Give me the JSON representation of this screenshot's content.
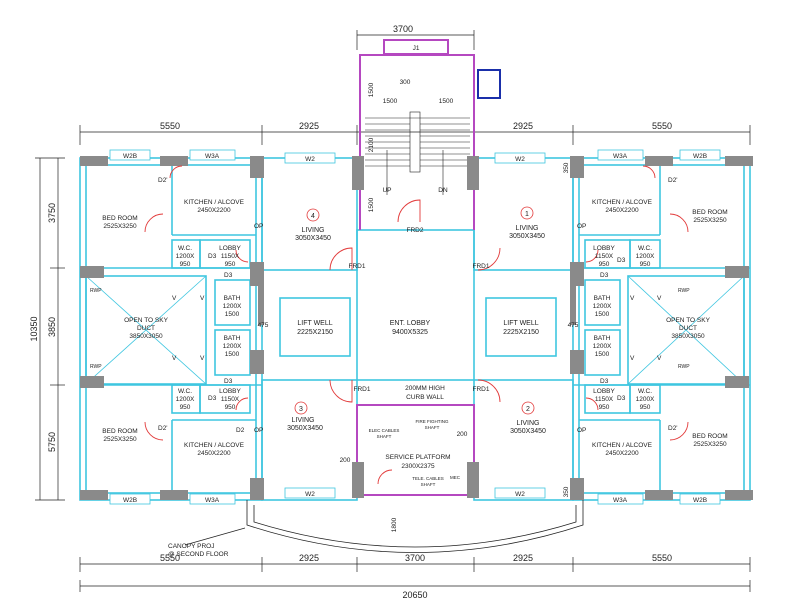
{
  "colors": {
    "wall": "#3fc6e0",
    "door": "#e23a3a",
    "column": "#8a8a8a",
    "stair": "#b548c0",
    "dim": "#222222",
    "accent": "#1a2faa"
  },
  "dimensions": {
    "top_core": "3700",
    "top_left": "5550",
    "top_left_mid": "2925",
    "top_right_mid": "2925",
    "top_right": "5550",
    "bottom_left": "5550",
    "bottom_left_mid": "2925",
    "bottom_core": "3700",
    "bottom_right_mid": "2925",
    "bottom_right": "5550",
    "overall": "20650",
    "left_total": "10350",
    "left_upper": "3750",
    "left_mid": "3850",
    "left_lower": "5750",
    "stair_half_left": "1500",
    "stair_half_right": "1500",
    "stair_mid": "300",
    "stair_v1": "1500",
    "stair_v2": "2100",
    "stair_v3": "1500",
    "gap_left": "475",
    "gap_right": "475",
    "canopy_depth": "1800",
    "sp_left": "200",
    "sp_right": "200",
    "top_right_small": "350",
    "bottom_right_small": "350"
  },
  "core": {
    "j1": "J1",
    "up": "UP",
    "dn": "DN",
    "frd2": "FRD2",
    "frd1_a": "FRD1",
    "frd1_b": "FRD1",
    "frd1_c": "FRD1",
    "frd1_d": "FRD1",
    "lobby_title": "ENT. LOBBY",
    "lobby_size": "9400X5325",
    "curb": "200MM HIGH",
    "curb2": "CURB WALL",
    "sp_title": "SERVICE PLATFORM",
    "sp_size": "2300X2375",
    "elec": "ELEC CABLES",
    "elec2": "SHAFT",
    "fire": "FIRE FIGHTING",
    "fire2": "SHAFT",
    "tele": "TELE. CABLES",
    "tele2": "SHAFT",
    "mec": "MEC"
  },
  "lift_left": {
    "title": "LIFT WELL",
    "size": "2225X2150"
  },
  "lift_right": {
    "title": "LIFT WELL",
    "size": "2225X2150"
  },
  "flats": [
    {
      "num": "4",
      "living": "LIVING",
      "living_size": "3050X3450"
    },
    {
      "num": "1",
      "living": "LIVING",
      "living_size": "3050X3450"
    },
    {
      "num": "3",
      "living": "LIVING",
      "living_size": "3050X3450"
    },
    {
      "num": "2",
      "living": "LIVING",
      "living_size": "3050X3450"
    }
  ],
  "rooms": {
    "bed": "BED ROOM",
    "bed_size": "2525X3250",
    "kitchen": "KITCHEN / ALCOVE",
    "kitchen_size": "2450X2200",
    "wc": "W.C.",
    "wc_size": "1200X",
    "wc_size2": "950",
    "lobby": "LOBBY",
    "lobby_size": "1150X",
    "lobby_size2": "950",
    "bath": "BATH",
    "bath_size": "1200X",
    "bath_size2": "1500",
    "duct": "OPEN TO SKY",
    "duct2": "DUCT",
    "duct_size": "3850X3050"
  },
  "labels": {
    "w2b": "W2B",
    "w3a": "W3A",
    "w2": "W2",
    "d3": "D3",
    "d2": "D2'",
    "d2b": "D2",
    "op": "OP",
    "v": "V",
    "rwp": "RWP",
    "canopy": "CANOPY PROJ",
    "canopy2": "@ SECOND FLOOR"
  }
}
